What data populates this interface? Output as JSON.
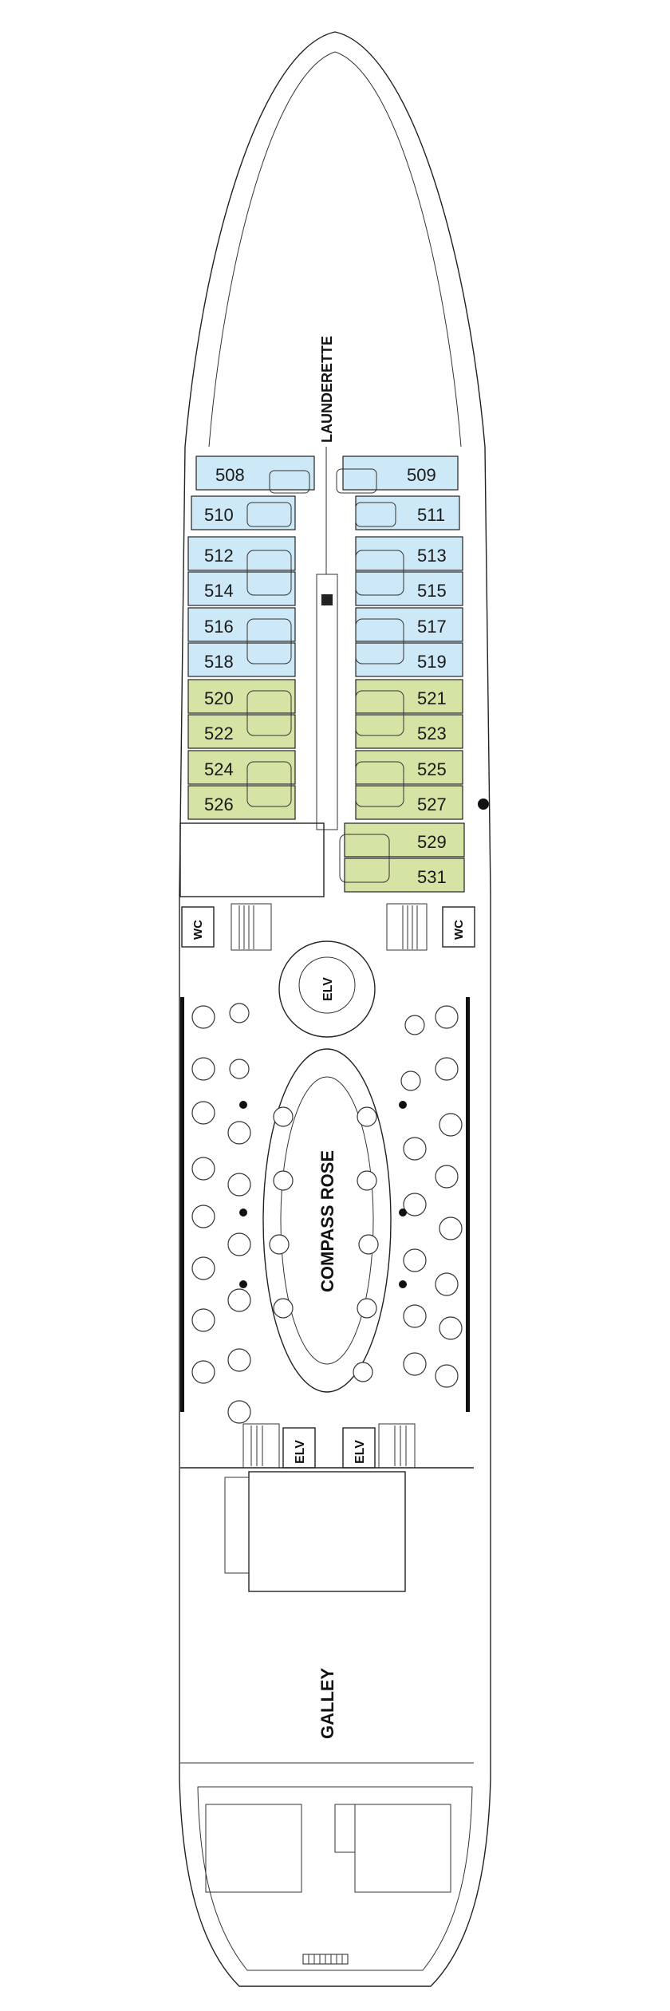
{
  "deck": {
    "cabins_blue": [
      "508",
      "509",
      "510",
      "511",
      "512",
      "513",
      "514",
      "515",
      "516",
      "517",
      "518",
      "519"
    ],
    "cabins_green": [
      "520",
      "521",
      "522",
      "523",
      "524",
      "525",
      "526",
      "527",
      "529",
      "531"
    ],
    "colors": {
      "blue_cabin": "#cde8f6",
      "green_cabin": "#d5e3a4",
      "outline": "#222222"
    }
  },
  "labels": {
    "launderette": "LAUNDERETTE",
    "wc_left": "WC",
    "wc_right": "WC",
    "elv_top": "ELV",
    "restaurant": "COMPASS ROSE",
    "elv_left": "ELV",
    "elv_right": "ELV",
    "galley": "GALLEY"
  }
}
